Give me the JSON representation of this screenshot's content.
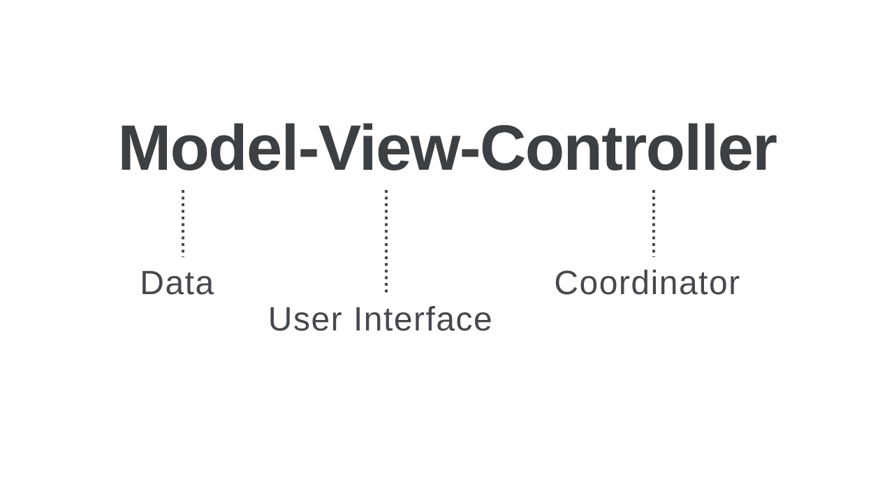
{
  "page": {
    "background_color": "#ffffff",
    "ink_color": "#3c4043"
  },
  "title": "Model-View-Controller",
  "annotations": [
    {
      "term": "Model",
      "label": "Data"
    },
    {
      "term": "View",
      "label": "User Interface"
    },
    {
      "term": "Controller",
      "label": "Coordinator"
    }
  ]
}
